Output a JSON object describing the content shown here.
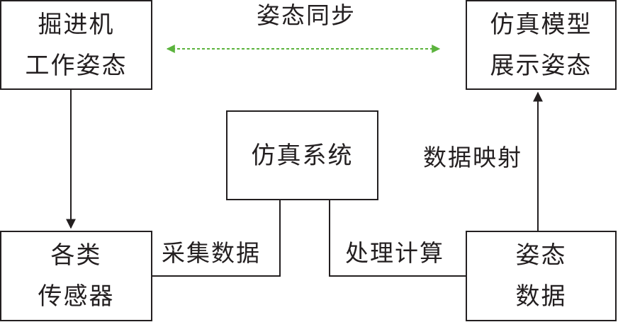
{
  "nodes": {
    "roadheader_posture": {
      "lines": [
        "掘进机",
        "工作姿态"
      ]
    },
    "model_display": {
      "lines": [
        "仿真模型",
        "展示姿态"
      ]
    },
    "simulation_system": {
      "lines": [
        "仿真系统"
      ]
    },
    "sensors": {
      "lines": [
        "各类",
        "传感器"
      ]
    },
    "posture_data": {
      "lines": [
        "姿态",
        "数据"
      ]
    }
  },
  "edges": {
    "sync": {
      "label": "姿态同步",
      "style": "dashed",
      "direction": "both",
      "color": "#5bb33d"
    },
    "collect": {
      "label": "采集数据",
      "style": "solid",
      "direction": "none"
    },
    "process": {
      "label": "处理计算",
      "style": "solid",
      "direction": "none"
    },
    "mapping": {
      "label": "数据映射",
      "style": "solid",
      "direction": "forward"
    },
    "to_sensors": {
      "label": "",
      "style": "solid",
      "direction": "forward"
    }
  },
  "colors": {
    "line": "#231f20",
    "sync_arrow": "#5bb33d"
  }
}
